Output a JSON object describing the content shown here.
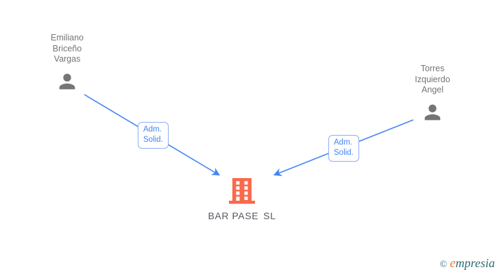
{
  "diagram": {
    "nodes": {
      "person_left": {
        "name_lines": [
          "Emiliano",
          "Briceño",
          "Vargas"
        ]
      },
      "person_right": {
        "name_lines": [
          "Torres",
          "Izquierdo",
          "Angel"
        ]
      },
      "company": {
        "name": "BAR PASE",
        "legal_form": "SL"
      }
    },
    "edges": [
      {
        "from": "Emiliano Briceño Vargas",
        "to": "BAR PASE SL",
        "label_line1": "Adm.",
        "label_line2": "Solid."
      },
      {
        "from": "Torres Izquierdo Angel",
        "to": "BAR PASE SL",
        "label_line1": "Adm.",
        "label_line2": "Solid."
      }
    ]
  },
  "icons": {
    "person": "person-silhouette-icon",
    "company": "office-building-icon",
    "arrow": "arrowhead-icon"
  },
  "watermark": {
    "copyright": "©",
    "brand_first_letter": "e",
    "brand_rest": "mpresia"
  },
  "colors": {
    "edge_line": "#4285F4",
    "edge_label_text": "#4285F4",
    "edge_label_border": "#8AAFF3",
    "person_icon": "#757575",
    "person_text": "#757575",
    "company_icon": "#F96A4C",
    "company_text": "#55595E",
    "watermark_teal": "#2D6A76",
    "watermark_orange": "#ED7D2F"
  }
}
